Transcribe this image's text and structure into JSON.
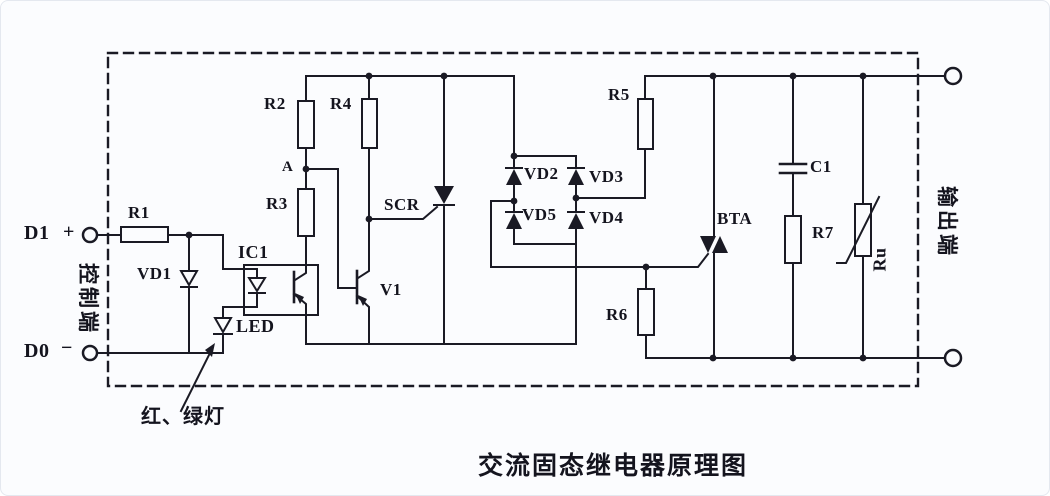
{
  "caption": "交流固态继电器原理图",
  "side_labels": {
    "control": "控制端",
    "output": "输出端"
  },
  "terminals": {
    "d1": "D1",
    "d1_sign": "+",
    "d0": "D0",
    "d0_sign": "−"
  },
  "components": {
    "r1": "R1",
    "r2": "R2",
    "r3": "R3",
    "r4": "R4",
    "r5": "R5",
    "r6": "R6",
    "r7": "R7",
    "c1": "C1",
    "vd1": "VD1",
    "vd2": "VD2",
    "vd3": "VD3",
    "vd4": "VD4",
    "vd5": "VD5",
    "ic1": "IC1",
    "led": "LED",
    "scr": "SCR",
    "v1": "V1",
    "bta": "BTA",
    "ru": "Ru",
    "node_a": "A"
  },
  "annotations": {
    "indicator": "红、绿灯"
  },
  "colors": {
    "ink": "#1a1a24",
    "background": "#fbfcfe"
  }
}
